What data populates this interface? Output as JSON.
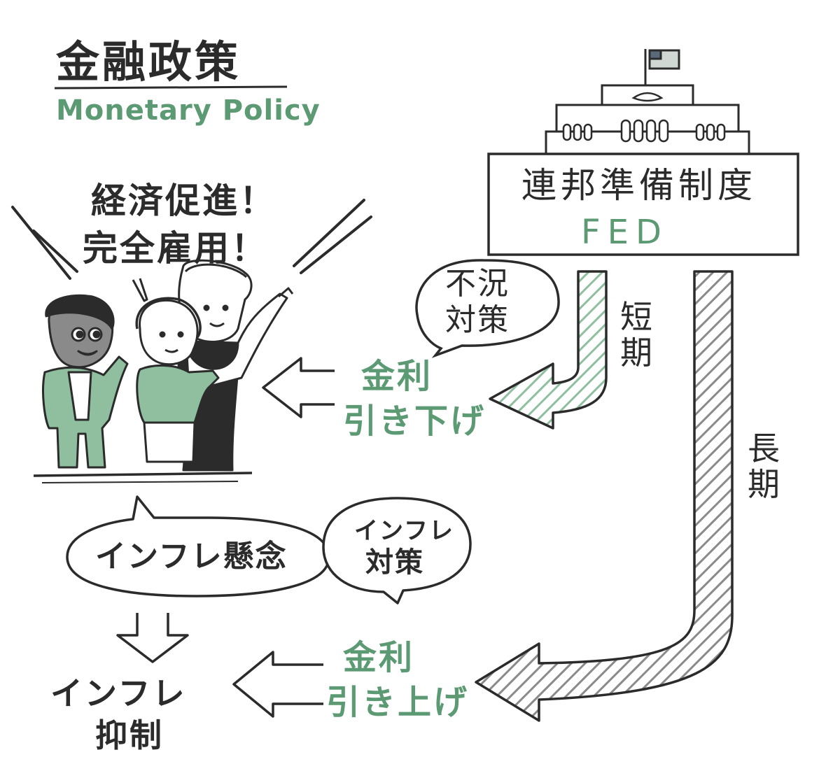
{
  "title": "金融政策",
  "subtitle": "Monetary Policy",
  "shouts": [
    "経済促進！",
    "完全雇用！"
  ],
  "fed": {
    "name": "連邦準備制度",
    "abbr": "FED"
  },
  "recession_bubble": [
    "不況",
    "対策"
  ],
  "short_term": "短期",
  "long_term": "長期",
  "rate_cut": [
    "金利",
    "引き下げ"
  ],
  "inflation_concern": "インフレ懸念",
  "inflation_measure": [
    "インフレ",
    "対策"
  ],
  "rate_hike": [
    "金利",
    "引き上げ"
  ],
  "inflation_control": [
    "インフレ",
    "抑制"
  ],
  "colors": {
    "accent_green": "#5c9a73",
    "ink": "#2b2b2b",
    "light_green": "#8fbf9f"
  }
}
